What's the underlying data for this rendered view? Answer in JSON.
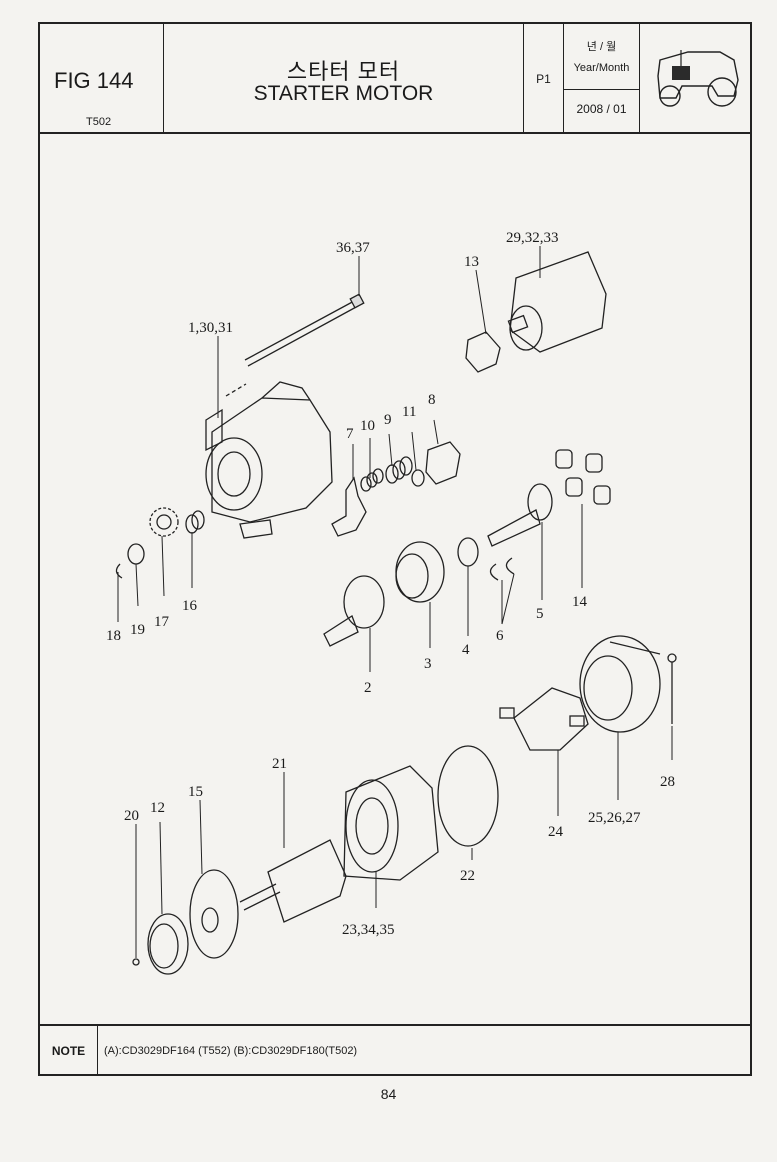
{
  "header": {
    "figure": "FIG 144",
    "model": "T502",
    "title_ko": "스타터 모터",
    "title_en": "STARTER MOTOR",
    "page_label": "P1",
    "year_month_ko": "년 / 월",
    "year_month_en": "Year/Month",
    "date": "2008 / 01"
  },
  "callouts": [
    {
      "id": "c1",
      "text": "36,37"
    },
    {
      "id": "c2",
      "text": "29,32,33"
    },
    {
      "id": "c3",
      "text": "13"
    },
    {
      "id": "c4",
      "text": "1,30,31"
    },
    {
      "id": "c5",
      "text": "7"
    },
    {
      "id": "c6",
      "text": "10"
    },
    {
      "id": "c7",
      "text": "9"
    },
    {
      "id": "c8",
      "text": "11"
    },
    {
      "id": "c9",
      "text": "8"
    },
    {
      "id": "c10",
      "text": "18"
    },
    {
      "id": "c11",
      "text": "19"
    },
    {
      "id": "c12",
      "text": "17"
    },
    {
      "id": "c13",
      "text": "16"
    },
    {
      "id": "c14",
      "text": "2"
    },
    {
      "id": "c15",
      "text": "3"
    },
    {
      "id": "c16",
      "text": "4"
    },
    {
      "id": "c17",
      "text": "6"
    },
    {
      "id": "c18",
      "text": "5"
    },
    {
      "id": "c19",
      "text": "14"
    },
    {
      "id": "c20",
      "text": "21"
    },
    {
      "id": "c21",
      "text": "15"
    },
    {
      "id": "c22",
      "text": "20"
    },
    {
      "id": "c23",
      "text": "12"
    },
    {
      "id": "c24",
      "text": "22"
    },
    {
      "id": "c25",
      "text": "23,34,35"
    },
    {
      "id": "c26",
      "text": "24"
    },
    {
      "id": "c27",
      "text": "25,26,27"
    },
    {
      "id": "c28",
      "text": "28"
    }
  ],
  "note": {
    "label": "NOTE",
    "text": "(A):CD3029DF164 (T552)  (B):CD3029DF180(T502)"
  },
  "page_number": "84"
}
